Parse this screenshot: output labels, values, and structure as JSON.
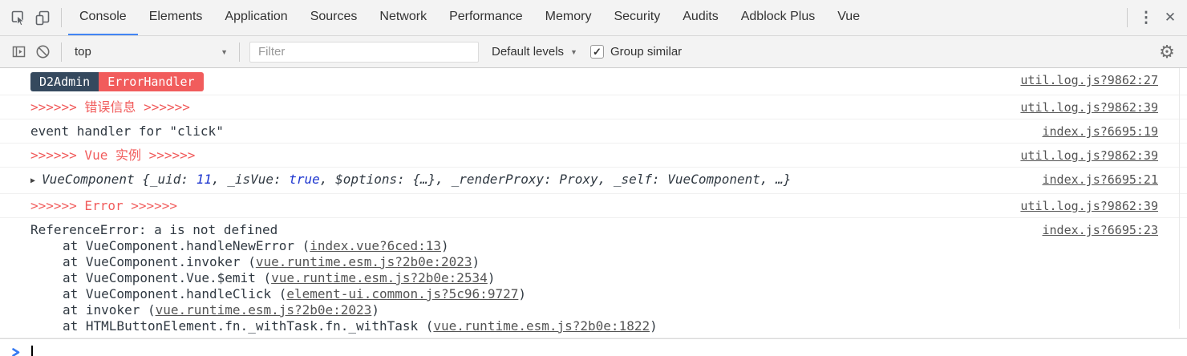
{
  "tabbar": {
    "tabs": [
      {
        "label": "Console",
        "active": true
      },
      {
        "label": "Elements"
      },
      {
        "label": "Application"
      },
      {
        "label": "Sources"
      },
      {
        "label": "Network"
      },
      {
        "label": "Performance"
      },
      {
        "label": "Memory"
      },
      {
        "label": "Security"
      },
      {
        "label": "Audits"
      },
      {
        "label": "Adblock Plus"
      },
      {
        "label": "Vue"
      }
    ],
    "menu_glyph": "⋮",
    "close_glyph": "✕"
  },
  "toolbar": {
    "context_selector": "top",
    "context_arrow": "▼",
    "filter_placeholder": "Filter",
    "levels_label": "Default levels",
    "levels_arrow": "▼",
    "group_similar_label": "Group similar",
    "group_similar_checked": true,
    "gear_glyph": "⚙"
  },
  "console": {
    "messages": [
      {
        "badges": [
          {
            "text": "D2Admin",
            "bg": "#35495e"
          },
          {
            "text": "ErrorHandler",
            "bg": "#f15c5c"
          }
        ],
        "source": "util.log.js?9862:27"
      },
      {
        "text": ">>>>>> 错误信息 >>>>>>",
        "color": "#f15c5c",
        "source": "util.log.js?9862:39"
      },
      {
        "text": "event handler for \"click\"",
        "source": "index.js?6695:19"
      },
      {
        "text": ">>>>>> Vue 实例 >>>>>>",
        "color": "#f15c5c",
        "source": "util.log.js?9862:39"
      },
      {
        "expand_triangle": "▶",
        "segments": [
          {
            "text": "VueComponent {_uid: "
          },
          {
            "text": "11",
            "color": "#1c35cf"
          },
          {
            "text": ", _isVue: "
          },
          {
            "text": "true",
            "color": "#1c35cf"
          },
          {
            "text": ", $options: {…}, _renderProxy: Proxy, _self: VueComponent, …}"
          }
        ],
        "source": "index.js?6695:21"
      },
      {
        "text": ">>>>>> Error >>>>>>",
        "color": "#f15c5c",
        "source": "util.log.js?9862:39"
      },
      {
        "error": {
          "title": "ReferenceError: a is not defined",
          "stack": [
            {
              "pre": "at VueComponent.handleNewError (",
              "link": "index.vue?6ced:13",
              "post": ")"
            },
            {
              "pre": "at VueComponent.invoker (",
              "link": "vue.runtime.esm.js?2b0e:2023",
              "post": ")"
            },
            {
              "pre": "at VueComponent.Vue.$emit (",
              "link": "vue.runtime.esm.js?2b0e:2534",
              "post": ")"
            },
            {
              "pre": "at VueComponent.handleClick (",
              "link": "element-ui.common.js?5c96:9727",
              "post": ")"
            },
            {
              "pre": "at invoker (",
              "link": "vue.runtime.esm.js?2b0e:2023",
              "post": ")"
            },
            {
              "pre": "at HTMLButtonElement.fn._withTask.fn._withTask (",
              "link": "vue.runtime.esm.js?2b0e:1822",
              "post": ")"
            }
          ]
        },
        "source": "index.js?6695:23"
      }
    ]
  },
  "prompt": {
    "symbol": ">"
  },
  "colors": {
    "accent_blue": "#4285f4",
    "badge_dark": "#35495e",
    "badge_red": "#f15c5c",
    "log_red": "#f15c5c",
    "value_blue": "#1c35cf",
    "link_gray": "#545454",
    "prompt_blue": "#367af2",
    "toolbar_bg": "#f3f3f3"
  }
}
